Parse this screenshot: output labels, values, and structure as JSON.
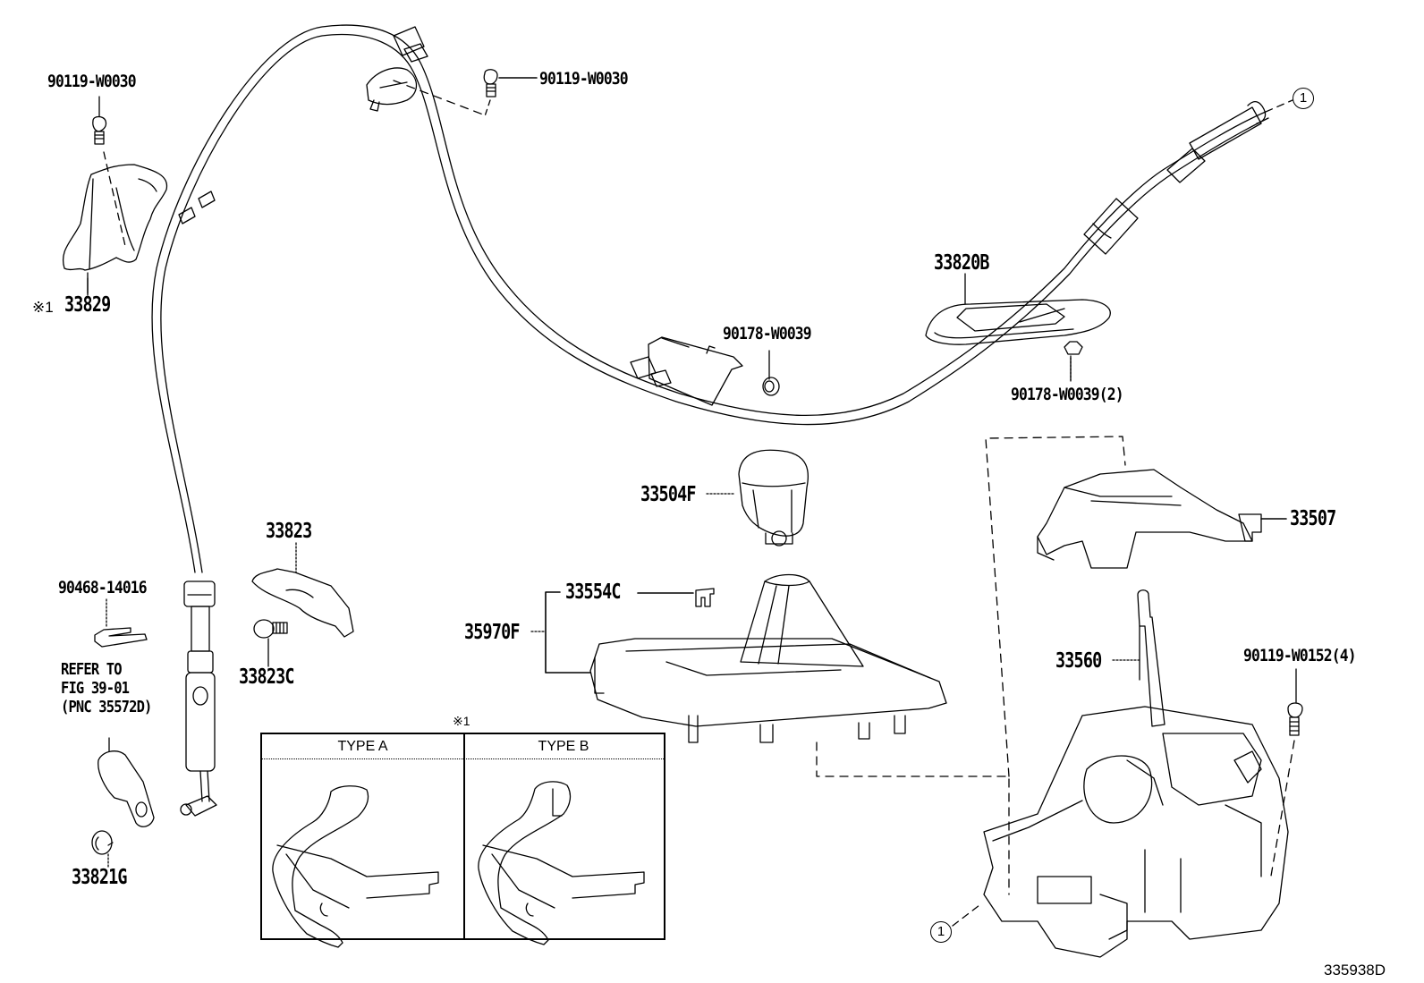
{
  "diagram": {
    "ref_code": "335938D",
    "note_mark": "※1",
    "parts": {
      "bolt_top_left": "90119-W0030",
      "bracket_33829": "33829",
      "bracket_33829_prefix": "※1",
      "bolt_top_center": "90119-W0030",
      "cable_33820B": "33820B",
      "clip_center": "90178-W0039",
      "clip_right": "90178-W0039(2)",
      "knob": "33504F",
      "clip_33554C": "33554C",
      "housing_35970F": "35970F",
      "cover_33507": "33507",
      "shift_lever_33560": "33560",
      "bolt_right": "90119-W0152(4)",
      "plate_33823": "33823",
      "bolt_33823C": "33823C",
      "washer_90468": "90468-14016",
      "nut_33821G": "33821G"
    },
    "reference_note": {
      "line1": "REFER TO",
      "line2": "FIG 39-01",
      "line3": "(PNC 35572D)"
    },
    "connector_marker": "1",
    "variant_table": {
      "title": "※1",
      "type_a": "TYPE A",
      "type_b": "TYPE B"
    }
  }
}
